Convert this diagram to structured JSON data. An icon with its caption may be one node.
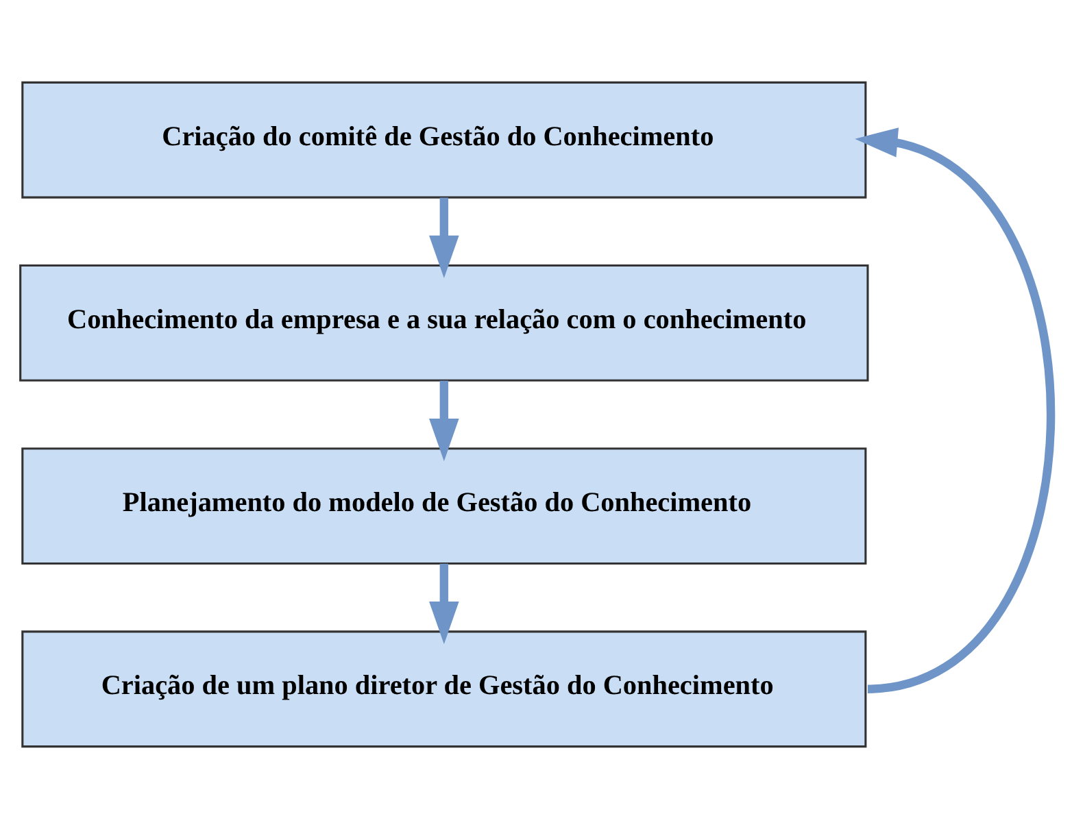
{
  "diagram": {
    "nodes": [
      {
        "text": [
          "Criação do comitê de Gestão do Conhecimento"
        ]
      },
      {
        "text": [
          "Conhecimento da empresa e a sua relação com o conhecimento"
        ]
      },
      {
        "text": [
          "Planejamento do modelo de Gestão do Conhecimento"
        ]
      },
      {
        "text": [
          "Criação de um plano diretor de Gestão do Conhecimento"
        ]
      }
    ],
    "edges": [
      {
        "from": 0,
        "to": 1,
        "arrow": "to"
      },
      {
        "from": 1,
        "to": 2,
        "arrow": "to"
      },
      {
        "from": 2,
        "to": 3,
        "arrow": "to"
      },
      {
        "from": 3,
        "to": 0,
        "arrow": "to"
      }
    ]
  }
}
